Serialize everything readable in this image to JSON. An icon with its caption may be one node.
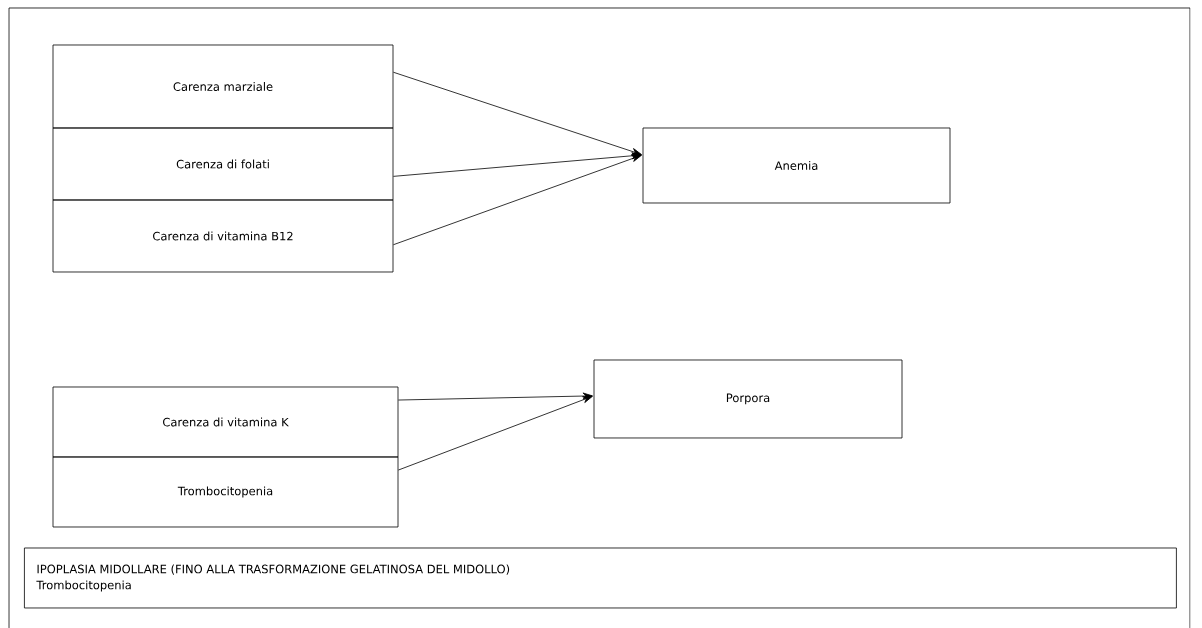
{
  "diagram": {
    "nodes": [
      {
        "text": [
          "Carenza marziale"
        ]
      },
      {
        "text": [
          "Carenza di folati"
        ]
      },
      {
        "text": [
          "Carenza di vitamina B12"
        ]
      },
      {
        "text": [
          "Anemia"
        ]
      },
      {
        "text": [
          "Carenza di vitamina K"
        ]
      },
      {
        "text": [
          "Trombocitopenia"
        ]
      },
      {
        "text": [
          "Porpora"
        ]
      },
      {
        "text": [
          "IPOPLASIA MIDOLLARE (FINO ALLA TRASFORMAZIONE GELATINOSA DEL MIDOLLO)",
          "Trombocitopenia"
        ]
      }
    ],
    "edges": [
      {
        "from": 0,
        "to": 3,
        "arrow": "to"
      },
      {
        "from": 1,
        "to": 3,
        "arrow": "to"
      },
      {
        "from": 2,
        "to": 3,
        "arrow": "to"
      },
      {
        "from": 4,
        "to": 6,
        "arrow": "to"
      },
      {
        "from": 5,
        "to": 6,
        "arrow": "to"
      }
    ]
  }
}
